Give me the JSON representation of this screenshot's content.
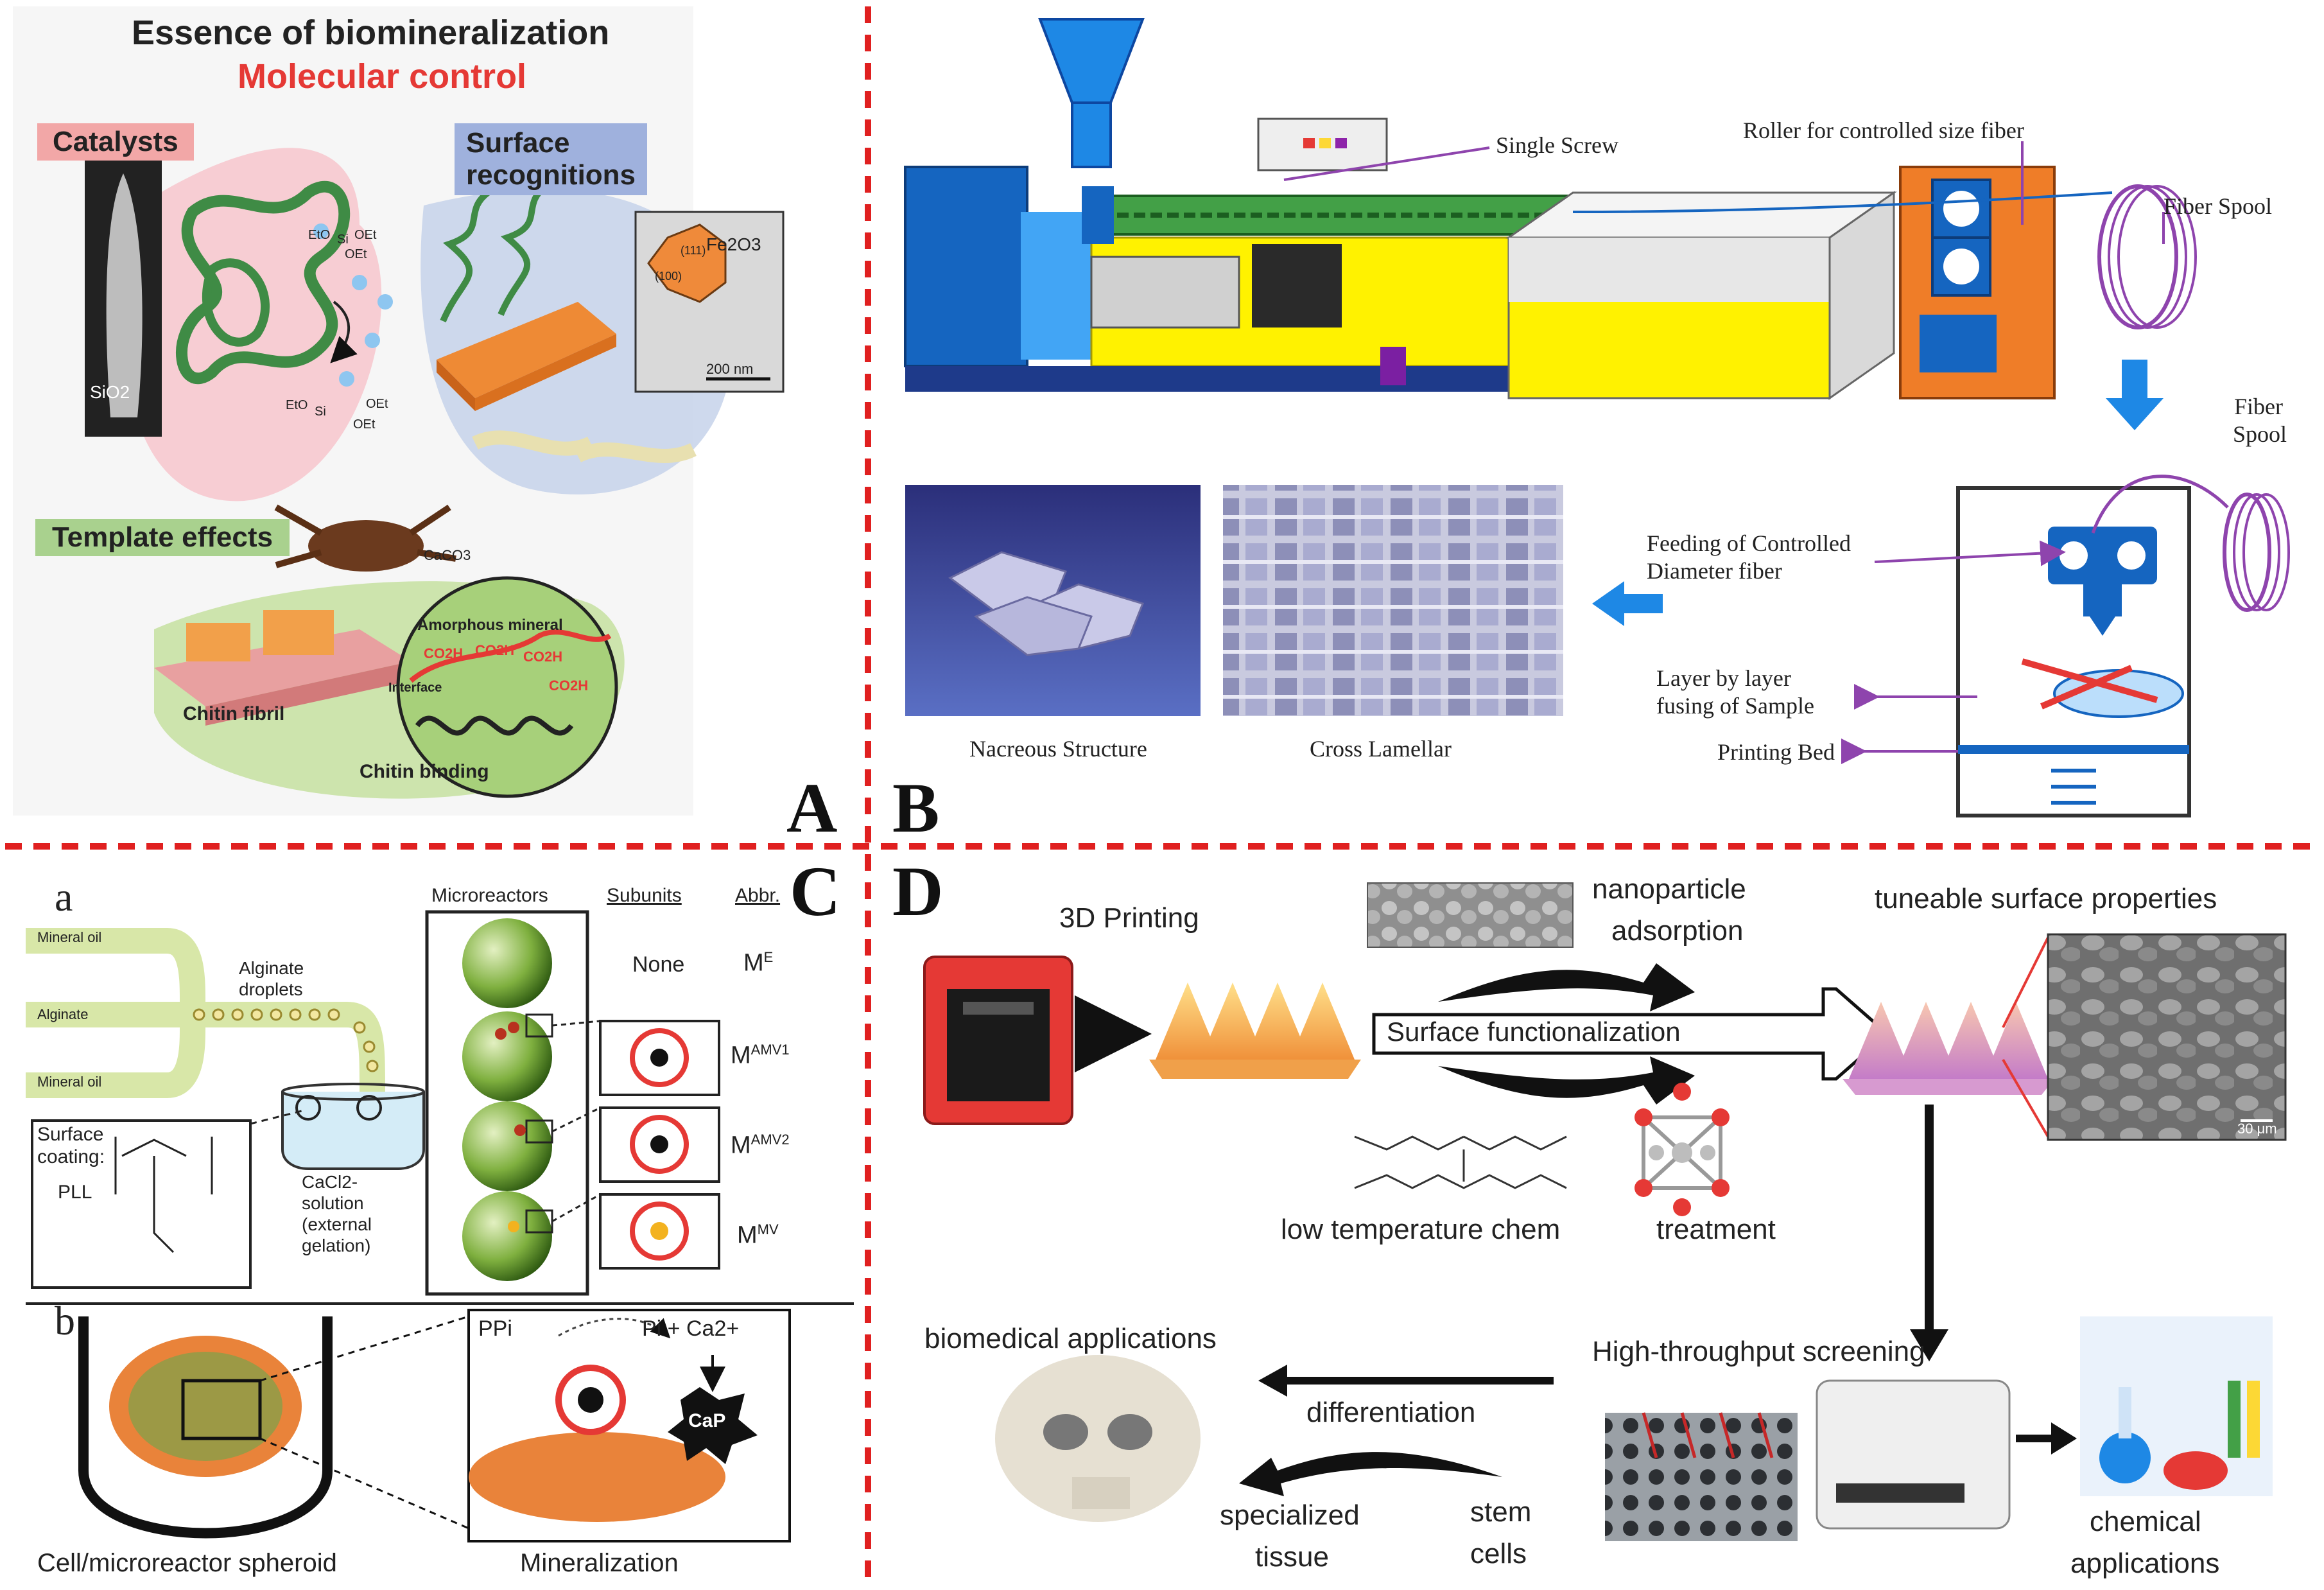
{
  "colors": {
    "divider": "#e02020",
    "accent_red": "#e53935",
    "catalyst_pink": "#f7c6cc",
    "surface_blue": "#b8c6e6",
    "template_green": "#b7d98b",
    "machine_blue": "#1565c0",
    "screw_green": "#43a047",
    "yellow": "#fff200",
    "orange": "#ef7d28",
    "purple": "#8e44ad"
  },
  "panel_letters": {
    "a": "A",
    "b": "B",
    "c": "C",
    "d": "D"
  },
  "panelA": {
    "title": "Essence of biomineralization",
    "subtitle": "Molecular control",
    "catalysts": "Catalysts",
    "surface_recognitions_1": "Surface",
    "surface_recognitions_2": "recognitions",
    "template_effects": "Template effects",
    "sio2": "SiO2",
    "fe2o3": "Fe2O3",
    "facet_111": "(111)",
    "facet_100": "(100)",
    "scale_200nm": "200 nm",
    "caco3": "CaCO3",
    "amorphous_mineral": "Amorphous mineral",
    "interface": "Interface",
    "chitin_fibril": "Chitin fibril",
    "chitin_binding": "Chitin binding",
    "co2h_1": "CO2H",
    "co2h_2": "CO2H",
    "co2h_3": "CO2H",
    "co2h_4": "CO2H",
    "eto_top_1": "EtO",
    "eto_top_2": "Si",
    "eto_top_3": "OEt",
    "eto_top_4": "OEt",
    "eto_bottom_1": "EtO",
    "eto_bottom_2": "Si",
    "eto_bottom_3": "OEt",
    "eto_bottom_4": "OEt"
  },
  "panelB": {
    "single_screw": "Single Screw",
    "roller": "Roller for controlled size fiber",
    "fiber_spool_1": "Fiber Spool",
    "fiber_spool_2_a": "Fiber",
    "fiber_spool_2_b": "Spool",
    "feeding_1": "Feeding of Controlled",
    "feeding_2": "Diameter fiber",
    "layer_1": "Layer by layer",
    "layer_2": "fusing of Sample",
    "printing_bed": "Printing Bed",
    "nacreous": "Nacreous Structure",
    "cross_lamellar": "Cross Lamellar"
  },
  "panelC": {
    "sub_a": "a",
    "sub_b": "b",
    "mineral_oil_top": "Mineral oil",
    "mineral_oil_bottom": "Mineral oil",
    "alginate": "Alginate",
    "alginate_droplets_1": "Alginate",
    "alginate_droplets_2": "droplets",
    "surface_coating_1": "Surface",
    "surface_coating_2": "coating:",
    "pll": "PLL",
    "cacl2_1": "CaCl2-",
    "cacl2_2": "solution",
    "cacl2_3": "(external",
    "cacl2_4": "gelation)",
    "hdr_microreactors": "Microreactors",
    "hdr_subunits": "Subunits",
    "hdr_abbr": "Abbr.",
    "rows": [
      {
        "subunit": "None",
        "abbr_main": "M",
        "abbr_sup": "E"
      },
      {
        "subunit": "",
        "abbr_main": "M",
        "abbr_sup": "AMV1"
      },
      {
        "subunit": "",
        "abbr_main": "M",
        "abbr_sup": "AMV2"
      },
      {
        "subunit": "",
        "abbr_main": "M",
        "abbr_sup": "MV"
      }
    ],
    "ppi": "PPi",
    "pi_ca": "Pi + Ca2+",
    "cap": "CaP",
    "spheroid": "Cell/microreactor spheroid",
    "mineralization": "Mineralization"
  },
  "panelD": {
    "printing_3d": "3D Printing",
    "nanoparticle_1": "nanoparticle",
    "nanoparticle_2": "adsorption",
    "tuneable": "tuneable surface properties",
    "surface_functionalization": "Surface functionalization",
    "low_temp": "low temperature chem",
    "treatment": "treatment",
    "scale_30um": "30 μm",
    "biomedical": "biomedical applications",
    "high_throughput": "High-throughput  screening",
    "differentiation": "differentiation",
    "specialized_1": "specialized",
    "specialized_2": "tissue",
    "stem_1": "stem",
    "stem_2": "cells",
    "chemical_1": "chemical",
    "chemical_2": "applications"
  }
}
